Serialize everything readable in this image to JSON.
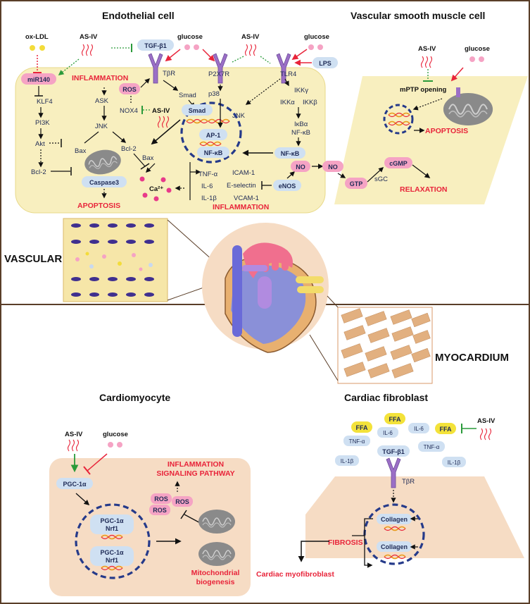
{
  "sections": {
    "endothelial": "Endothelial cell",
    "vsmc": "Vascular smooth muscle cell",
    "vascular": "VASCULAR",
    "myocardium": "MYOCARDIUM",
    "cardiomyocyte": "Cardiomyocyte",
    "fibroblast": "Cardiac fibroblast"
  },
  "endothelial": {
    "ox_ldl": "ox-LDL",
    "as_iv": "AS-IV",
    "tgf": "TGF-β1",
    "glucose": "glucose",
    "tbr": "TβR",
    "p2x7r": "P2X7R",
    "tlr4": "TLR4",
    "lps": "LPS",
    "mir140": "miR140",
    "inflammation": "INFLAMMATION",
    "ros": "ROS",
    "nox4": "NOX4",
    "ask": "ASK",
    "jnk": "JNK",
    "jnk2": "JNK",
    "klf4": "KLF4",
    "pi3k": "PI3K",
    "akt": "Akt",
    "bax": "Bax",
    "bax2": "Bax",
    "bcl2a": "Bcl-2",
    "bcl2b": "Bcl-2",
    "caspase3": "Caspase3",
    "apoptosis": "APOPTOSIS",
    "smad": "Smad",
    "smad2": "Smad",
    "p38": "p38",
    "ap1": "AP-1",
    "nfkb": "NF-κB",
    "ikky": "IKKγ",
    "ikka": "IKKα",
    "ikkb": "IKKβ",
    "ikba": "IκBα",
    "nfkb2": "NF-κB",
    "nfkb3": "NF-κB",
    "tnfa": "TNF-α",
    "il6": "IL-6",
    "il1b": "IL-1β",
    "icam": "ICAM-1",
    "eselectin": "E-selectin",
    "vcam": "VCAM-1",
    "enos": "eNOS",
    "ca": "Ca²⁺",
    "no": "NO",
    "inflammation2": "INFLAMMATION"
  },
  "vsmc": {
    "as_iv": "AS-IV",
    "glucose": "glucose",
    "mptp": "mPTP opening",
    "apoptosis": "APOPTOSIS",
    "no": "NO",
    "gtp": "GTP",
    "sgc": "sGC",
    "cgmp": "cGMP",
    "relaxation": "RELAXATION"
  },
  "cardiomyocyte": {
    "as_iv": "AS-IV",
    "glucose": "glucose",
    "pgc": "PGC-1α",
    "pgc_a": "PGC-1α",
    "nrf_a": "Nrf1",
    "pgc_b": "PGC-1α",
    "nrf_b": "Nrf1",
    "pathway1": "INFLAMMATION",
    "pathway2": "SIGNALING PATHWAY",
    "ros1": "ROS",
    "ros2": "ROS",
    "mito1": "Mitochondrial",
    "mito2": "biogenesis"
  },
  "fibroblast": {
    "ffa1": "FFA",
    "ffa2": "FFA",
    "ffa3": "FFA",
    "il6a": "IL-6",
    "il6b": "IL-6",
    "tnfa1": "TNF-α",
    "tnfa2": "TNF-α",
    "il1b1": "IL-1β",
    "il1b2": "IL-1β",
    "tgf": "TGF-β1",
    "tbr": "TβR",
    "as_iv": "AS-IV",
    "collagen1": "Collagen",
    "collagen2": "Collagen",
    "fibrosis": "FIBROSIS",
    "myofibroblast": "Cardiac myofibroblast"
  },
  "colors": {
    "cell_fill": "#f8efbf",
    "cm_fill": "#f6dcc4",
    "node_fill": "#cfe0f2",
    "pink": "#f5a3c4",
    "receptor": "#9b6fc6",
    "red": "#e8243a",
    "green": "#2a9a3a",
    "navy": "#1e2a55"
  }
}
